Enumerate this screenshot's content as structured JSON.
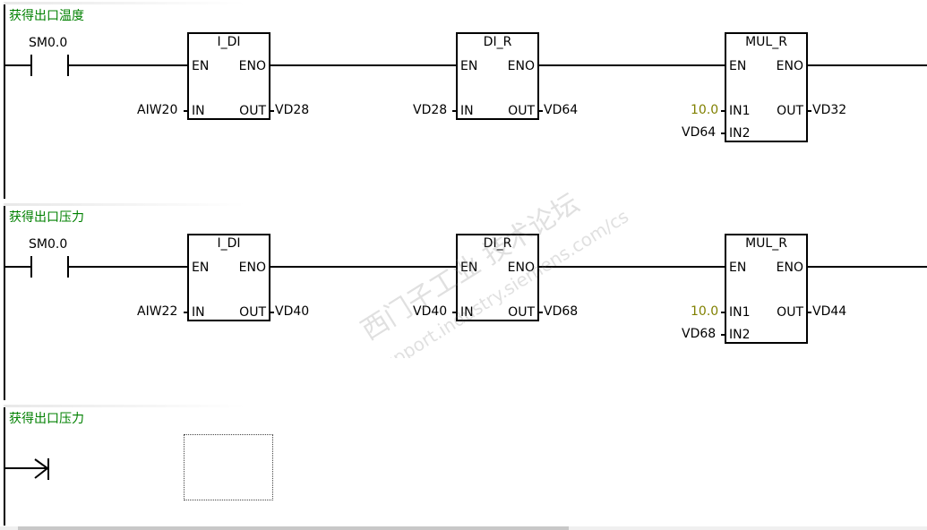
{
  "networks": [
    {
      "title": "获得出口温度",
      "contact": "SM0.0",
      "blocks": [
        {
          "name": "I_DI",
          "en": "EN",
          "eno": "ENO",
          "in1_pin": "IN",
          "in1_val": "AIW20",
          "out_pin": "OUT",
          "out_val": "VD28"
        },
        {
          "name": "DI_R",
          "en": "EN",
          "eno": "ENO",
          "in1_pin": "IN",
          "in1_val": "VD28",
          "out_pin": "OUT",
          "out_val": "VD64"
        },
        {
          "name": "MUL_R",
          "en": "EN",
          "eno": "ENO",
          "in1_pin": "IN1",
          "in1_val": "10.0",
          "in2_pin": "IN2",
          "in2_val": "VD64",
          "out_pin": "OUT",
          "out_val": "VD32"
        }
      ]
    },
    {
      "title": "获得出口压力",
      "contact": "SM0.0",
      "blocks": [
        {
          "name": "I_DI",
          "en": "EN",
          "eno": "ENO",
          "in1_pin": "IN",
          "in1_val": "AIW22",
          "out_pin": "OUT",
          "out_val": "VD40"
        },
        {
          "name": "DI_R",
          "en": "EN",
          "eno": "ENO",
          "in1_pin": "IN",
          "in1_val": "VD40",
          "out_pin": "OUT",
          "out_val": "VD68"
        },
        {
          "name": "MUL_R",
          "en": "EN",
          "eno": "ENO",
          "in1_pin": "IN1",
          "in1_val": "10.0",
          "in2_pin": "IN2",
          "in2_val": "VD68",
          "out_pin": "OUT",
          "out_val": "VD44"
        }
      ]
    },
    {
      "title": "获得出口压力"
    }
  ],
  "watermark": {
    "line1": "西门子工业 技术论坛",
    "line2": "support.industry.siemens.com/cs"
  },
  "colors": {
    "title": "#008000",
    "constant": "#808000",
    "wire": "#000000"
  }
}
